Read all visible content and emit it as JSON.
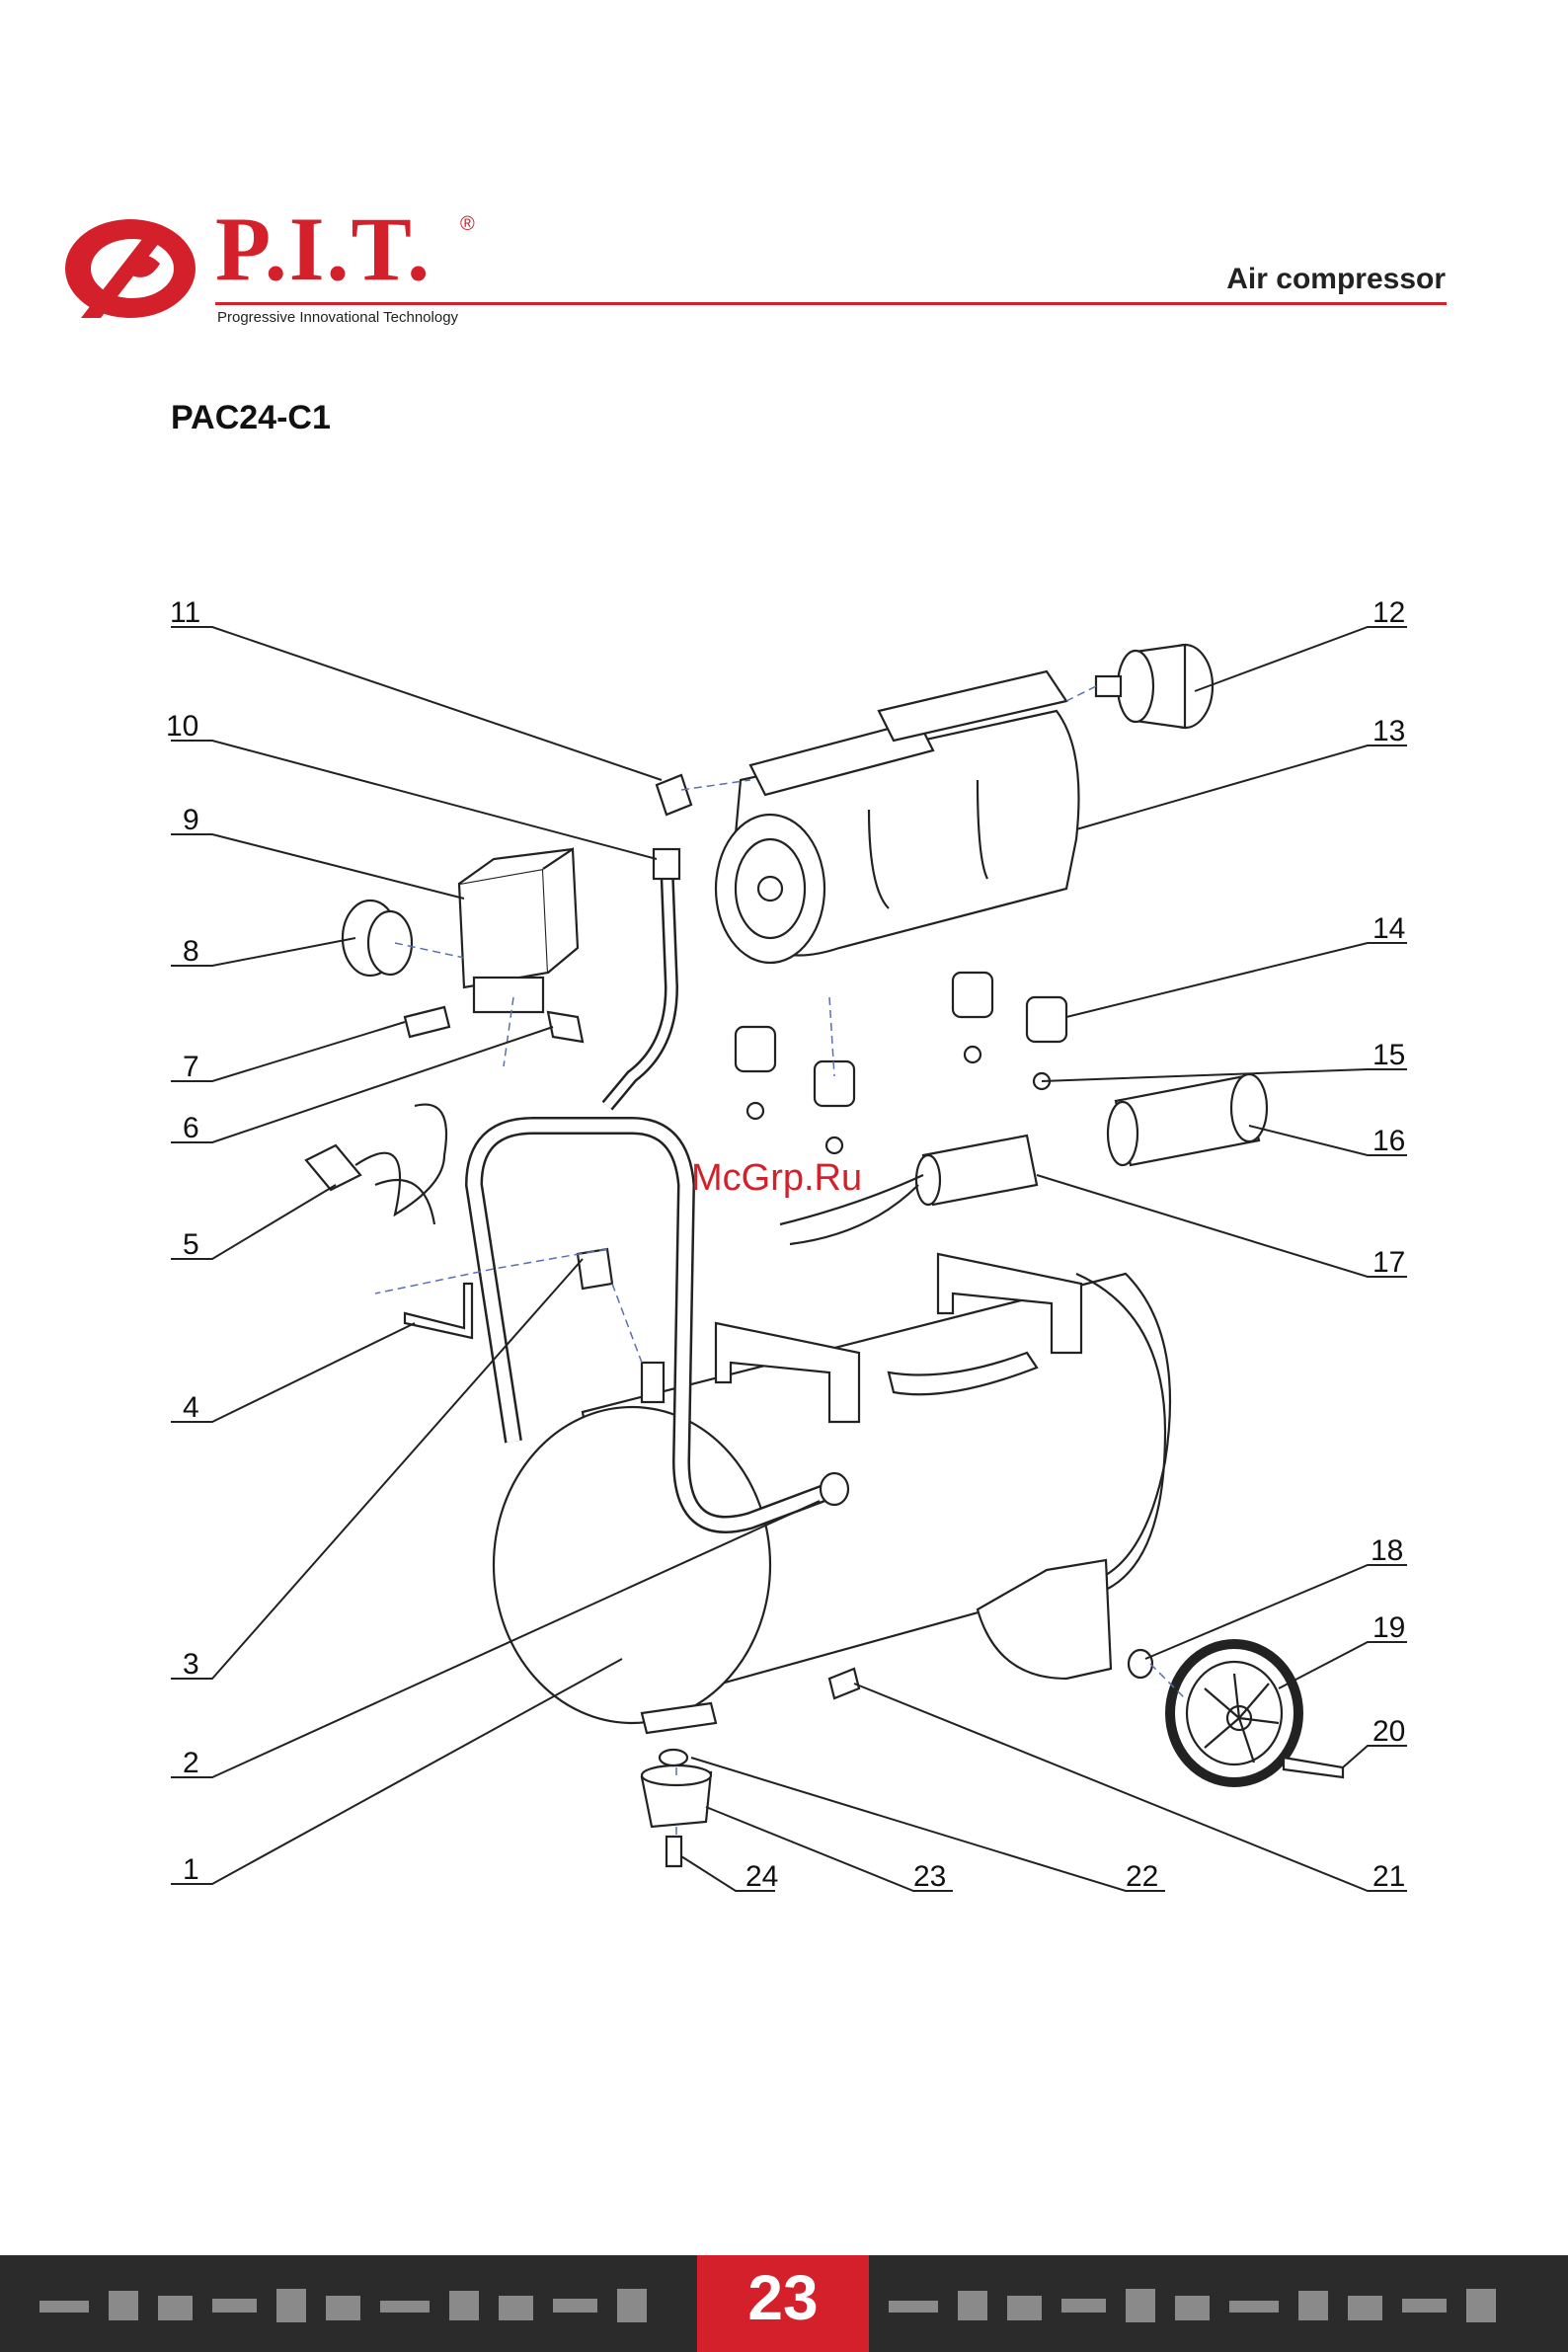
{
  "header": {
    "brand": "P.I.T.",
    "registered_mark": "®",
    "tagline": "Progressive Innovational Technology",
    "title": "Air compressor"
  },
  "model": "PAC24-C1",
  "watermark": "McGrp.Ru",
  "callouts": [
    "1",
    "2",
    "3",
    "4",
    "5",
    "6",
    "7",
    "8",
    "9",
    "10",
    "11",
    "12",
    "13",
    "14",
    "15",
    "16",
    "17",
    "18",
    "19",
    "20",
    "21",
    "22",
    "23",
    "24"
  ],
  "footer": {
    "page_number": "23"
  },
  "colors": {
    "brand_red": "#d4202a",
    "footer_dark": "#2b2b2b"
  },
  "icons": [
    "pit-logo-icon",
    "tool-silhouette-icons"
  ]
}
